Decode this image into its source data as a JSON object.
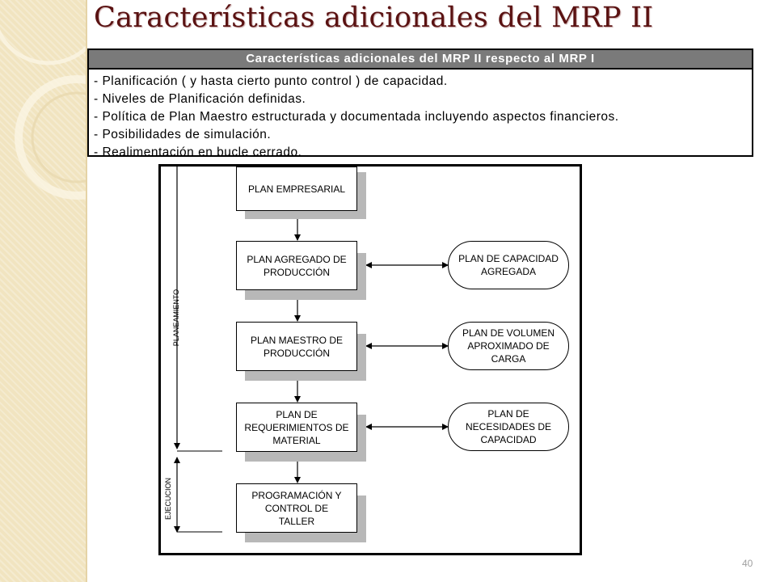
{
  "slide": {
    "title": "Características adicionales del MRP II",
    "page_number": "40"
  },
  "table": {
    "header": "Características adicionales del MRP II respecto al MRP I",
    "items": [
      "- Planificación ( y hasta cierto punto control ) de capacidad.",
      "- Niveles de Planificación definidas.",
      "- Política de Plan Maestro estructurada y documentada incluyendo aspectos financieros.",
      "- Posibilidades de simulación.",
      "- Realimentación en bucle cerrado."
    ]
  },
  "diagram": {
    "plans": [
      "PLAN EMPRESARIAL",
      "PLAN  AGREGADO DE\nPRODUCCIÓN",
      "PLAN MAESTRO DE\nPRODUCCIÓN",
      "PLAN DE\nREQUERIMIENTOS DE\nMATERIAL",
      "PROGRAMACIÓN Y\nCONTROL DE\nTALLER"
    ],
    "capacity": [
      "PLAN DE CAPACIDAD\nAGREGADA",
      "PLAN DE VOLUMEN\nAPROXIMADO DE\nCARGA",
      "PLAN DE\nNECESIDADES DE\nCAPACIDAD"
    ],
    "label_planning": "PLANEAMIENTO",
    "label_execution": "EJECUCION"
  }
}
